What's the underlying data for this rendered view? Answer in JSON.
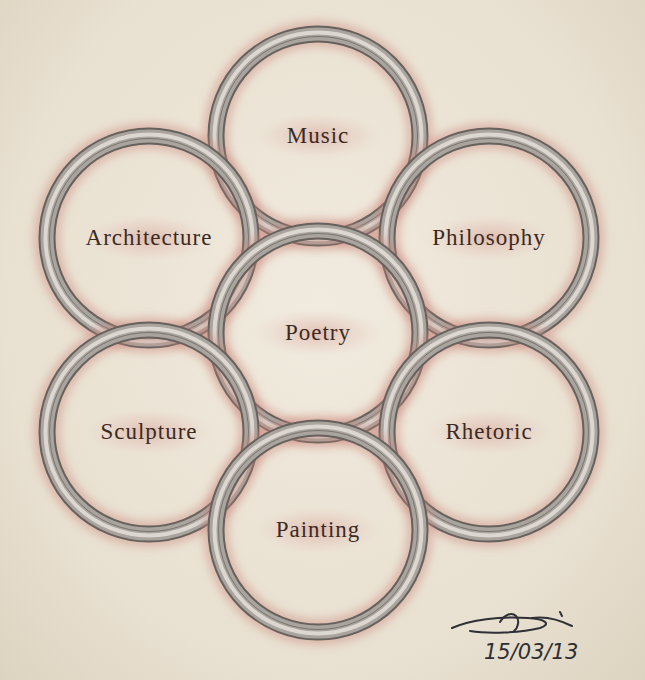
{
  "diagram": {
    "nodes": [
      {
        "text": [
          "Music"
        ]
      },
      {
        "text": [
          "Architecture"
        ]
      },
      {
        "text": [
          "Philosophy"
        ]
      },
      {
        "text": [
          "Poetry"
        ]
      },
      {
        "text": [
          "Sculpture"
        ]
      },
      {
        "text": [
          "Rhetoric"
        ]
      },
      {
        "text": [
          "Painting"
        ]
      }
    ],
    "labels": [
      "15/03/13"
    ]
  }
}
